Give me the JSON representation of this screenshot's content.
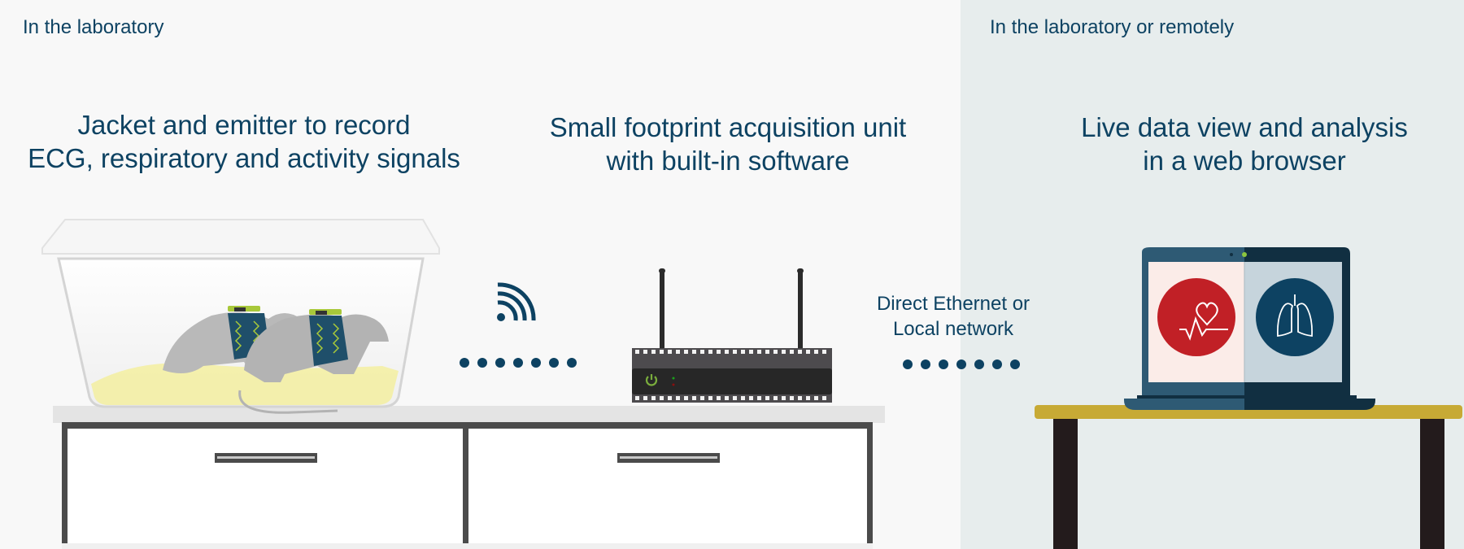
{
  "colors": {
    "text": "#0d4262",
    "left_background": "#f8f8f8",
    "right_background": "#e7eded",
    "ecg_circle": "#c12026",
    "respiratory_circle": "#0d4262",
    "table_top": "#c7aa35",
    "table_legs": "#231b1c",
    "router_body": "#4d4b4e",
    "router_power_led": "#7aad3d"
  },
  "left_section": {
    "label": "In the laboratory",
    "jacket": {
      "heading_line1": "Jacket and emitter to record",
      "heading_line2": "ECG, respiratory and activity signals",
      "icon": "rodent-cage-with-jacketed-rats"
    },
    "wireless": {
      "icon": "wireless-signal-icon",
      "dots": 7
    },
    "acquisition": {
      "heading_line1": "Small footprint acquisition unit",
      "heading_line2": "with built-in software",
      "icon": "router-acquisition-unit"
    },
    "connection": {
      "label_line1": "Direct Ethernet or",
      "label_line2": "Local network",
      "dots": 7
    }
  },
  "right_section": {
    "label": "In the laboratory or remotely",
    "heading_line1": "Live data view and analysis",
    "heading_line2": "in a web browser",
    "laptop": {
      "left_icon": "ecg-heart-icon",
      "right_icon": "lungs-icon"
    }
  }
}
